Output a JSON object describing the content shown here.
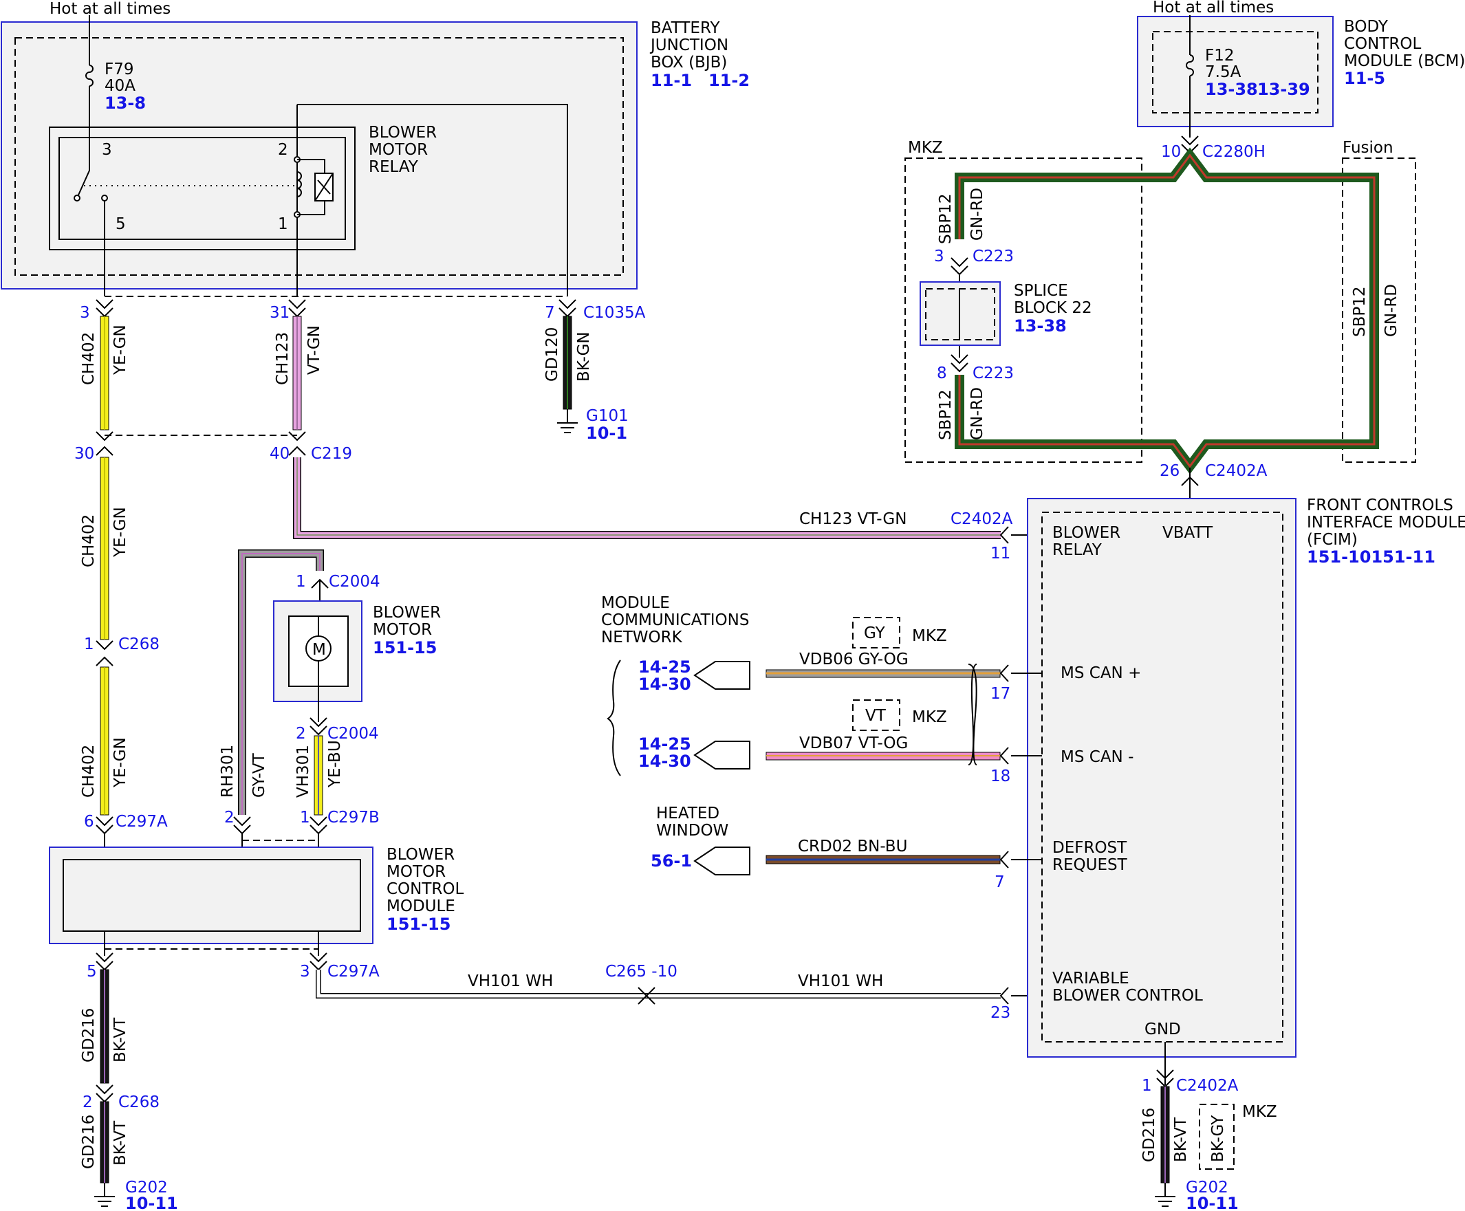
{
  "colors": {
    "accent": "#1515e6",
    "yellow": "#f3ee1c",
    "violet": "#e7a3e0",
    "green": "#2e7d1e",
    "red": "#c0392b",
    "black": "#151515",
    "gray": "#9e9e9e",
    "blue": "#1f3ea0",
    "pink": "#f08cc8",
    "brown": "#7a4b2a",
    "orange": "#e3a03a"
  },
  "labels": {
    "hot1": "Hot at all times",
    "hot2": "Hot at all times",
    "bjb_name": "BATTERY\nJUNCTION\nBOX (BJB)",
    "bjb_ref1": "11-1",
    "bjb_ref2": "11-2",
    "f79": "F79",
    "f79_a": "40A",
    "f79_ref": "13-8",
    "relay_name": "BLOWER\nMOTOR\nRELAY",
    "relay_p3": "3",
    "relay_p2": "2",
    "relay_p5": "5",
    "relay_p1": "1",
    "bcm_name": "BODY\nCONTROL\nMODULE (BCM)",
    "bcm_ref": "11-5",
    "f12": "F12",
    "f12_a": "7.5A",
    "f12_ref1": "13-38",
    "f12_ref2": "13-39",
    "mkz": "MKZ",
    "fusion": "Fusion",
    "pin10": "10",
    "c2280h": "C2280H",
    "sbp12": "SBP12",
    "gnrd": "GN-RD",
    "pin3": "3",
    "c223": "C223",
    "pin8": "8",
    "splice_name": "SPLICE\nBLOCK 22",
    "splice_ref": "13-38",
    "pin26": "26",
    "c2402a": "C2402A",
    "fcim_name": "FRONT CONTROLS\nINTERFACE MODULE\n(FCIM)",
    "fcim_ref": "151-10151-11",
    "blower_relay": "BLOWER\nRELAY",
    "vbatt": "VBATT",
    "mscanp": "MS CAN +",
    "mscann": "MS CAN -",
    "defrost": "DEFROST\nREQUEST",
    "varblower": "VARIABLE\nBLOWER CONTROL",
    "gnd": "GND",
    "p3": "3",
    "p31": "31",
    "p7": "7",
    "c1035a": "C1035A",
    "ch402": "CH402",
    "yegn": "YE-GN",
    "ch123": "CH123",
    "vtgn": "VT-GN",
    "gd120": "GD120",
    "bkgn": "BK-GN",
    "g101": "G101",
    "g101_ref": "10-1",
    "p30": "30",
    "p40": "40",
    "c219": "C219",
    "ch123_vtgn": "CH123  VT-GN",
    "c2402a_2": "C2402A",
    "p11": "11",
    "p1": "1",
    "c2004": "C2004",
    "bm_name": "BLOWER\nMOTOR",
    "bm_ref": "151-15",
    "motor_m": "M",
    "c268": "C268",
    "p2": "2",
    "c2004b": "C2004",
    "rh301": "RH301",
    "gyvt": "GY-VT",
    "vh301": "VH301",
    "yebu": "YE-BU",
    "p6": "6",
    "c297a": "C297A",
    "p2b": "2",
    "p1b": "1",
    "c297b": "C297B",
    "bmcm_name": "BLOWER\nMOTOR\nCONTROL\nMODULE",
    "bmcm_ref": "151-15",
    "mcn": "MODULE\nCOMMUNICATIONS\nNETWORK",
    "ref1425a": "14-25",
    "ref1430a": "14-30",
    "ref1425b": "14-25",
    "ref1430b": "14-30",
    "gy": "GY",
    "mkz2": "MKZ",
    "vdb06": "VDB06   GY-OG",
    "p17": "17",
    "vt": "VT",
    "mkz3": "MKZ",
    "vdb07": "VDB07   VT-OG",
    "p18": "18",
    "hw": "HEATED\nWINDOW",
    "ref561": "56-1",
    "crd02": "CRD02   BN-BU",
    "p7b": "7",
    "p5": "5",
    "p3b": "3",
    "c297a2": "C297A",
    "vh101a": "VH101     WH",
    "c265": "C265 -10",
    "vh101b": "VH101     WH",
    "p23": "23",
    "gd216": "GD216",
    "bkvt": "BK-VT",
    "p2c": "2",
    "c268b": "C268",
    "gd216b": "GD216",
    "bkvtb": "BK-VT",
    "g202": "G202",
    "g202_ref": "10-11",
    "p1c": "1",
    "c2402a3": "C2402A",
    "gd216c": "GD216",
    "bkvtc": "BK-VT",
    "bkgy": "BK-GY",
    "mkz4": "MKZ",
    "g202b": "G202",
    "g202b_ref": "10-11"
  }
}
